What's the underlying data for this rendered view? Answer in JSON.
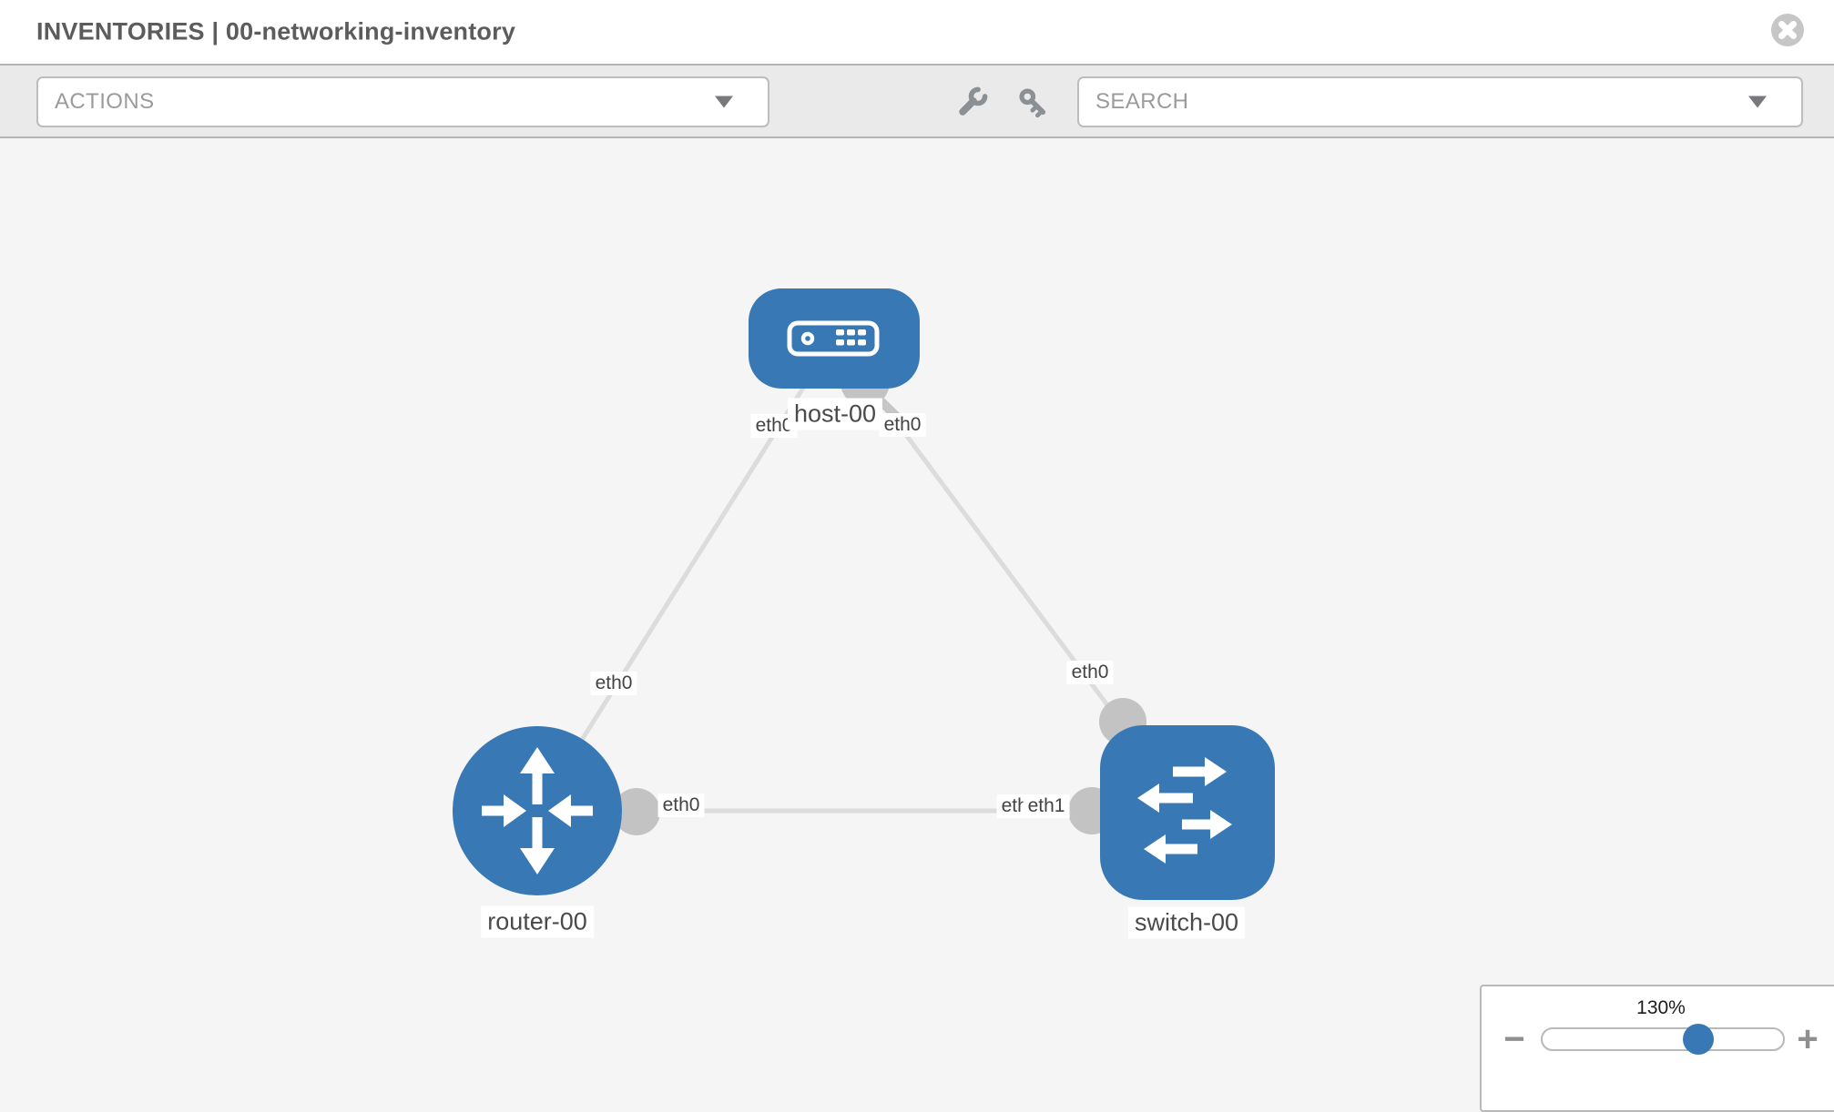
{
  "header": {
    "title": "INVENTORIES | 00-networking-inventory",
    "close_icon": "circle-x"
  },
  "toolbar": {
    "actions_dropdown": {
      "value": "ACTIONS"
    },
    "wrench_icon": "wrench",
    "key_icon": "key",
    "search_dropdown": {
      "placeholder": "SEARCH"
    }
  },
  "colors": {
    "node_blue": "#3879b5",
    "link_gray": "#dcdcdc",
    "interface_gray": "#c3c3c3",
    "canvas_bg": "#f5f5f5",
    "toolbar_bg": "#eaeaea"
  },
  "topology": {
    "nodes": [
      {
        "label": "host-00",
        "type": "host"
      },
      {
        "label": "router-00",
        "type": "router"
      },
      {
        "label": "switch-00",
        "type": "switch"
      }
    ],
    "links": [
      {
        "source": "host-00",
        "target": "router-00",
        "source_interface": "eth0",
        "target_interface": "eth0"
      },
      {
        "source": "host-00",
        "target": "switch-00",
        "source_interface": "eth0",
        "target_interface": "eth0"
      },
      {
        "source": "router-00",
        "target": "switch-00",
        "source_interface": "eth0",
        "target_interface": "eth1"
      }
    ],
    "interface_labels": [
      {
        "text": "eth0",
        "at": "host-side-link-to-router"
      },
      {
        "text": "eth0",
        "at": "host-side-link-to-switch"
      },
      {
        "text": "eth0",
        "at": "router-side-link-to-host"
      },
      {
        "text": "eth0",
        "at": "switch-side-link-to-host"
      },
      {
        "text": "eth0",
        "at": "router-side-link-to-switch"
      },
      {
        "text": "eth1",
        "at": "switch-side-link-to-router-underneath"
      },
      {
        "text": "eth1",
        "at": "switch-side-link-to-router"
      }
    ]
  },
  "zoom_control": {
    "level_label": "130%",
    "zoom_out_glyph": "−",
    "zoom_in_glyph": "+"
  }
}
